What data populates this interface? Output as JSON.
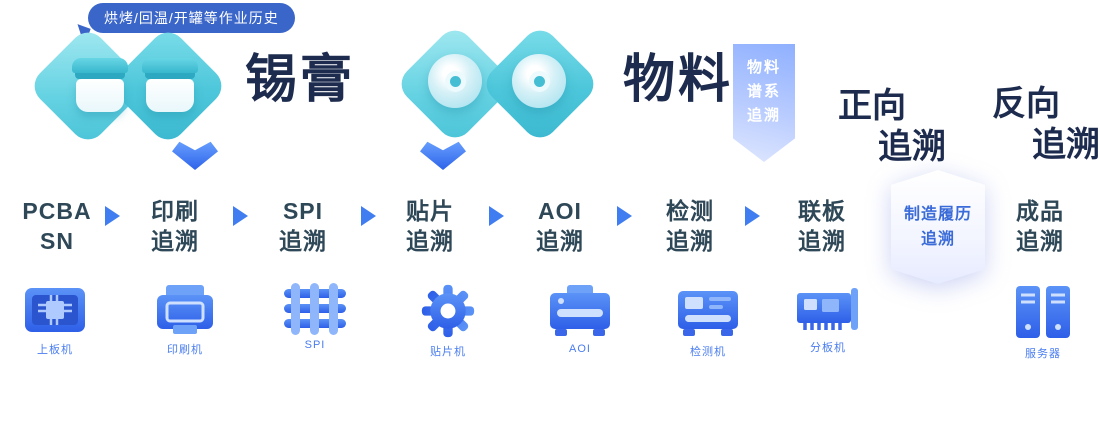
{
  "callout": {
    "text": "烘烤/回温/开罐等作业历史"
  },
  "sections": {
    "solder_paste_label": "锡膏",
    "material_label": "物料",
    "trace_labels": [
      {
        "line1": "正向",
        "line2": "追溯"
      },
      {
        "line1": "反向",
        "line2": "追溯"
      }
    ]
  },
  "ribbons": {
    "material_genealogy": {
      "line1": "物料",
      "line2": "谱系",
      "line3": "追溯"
    },
    "manufacturing_history": {
      "line1": "制造履历",
      "line2": "追溯"
    }
  },
  "flow": {
    "steps": [
      {
        "line1": "PCBA",
        "line2": "SN"
      },
      {
        "line1": "印刷",
        "line2": "追溯"
      },
      {
        "line1": "SPI",
        "line2": "追溯"
      },
      {
        "line1": "贴片",
        "line2": "追溯"
      },
      {
        "line1": "AOI",
        "line2": "追溯"
      },
      {
        "line1": "检测",
        "line2": "追溯"
      },
      {
        "line1": "联板",
        "line2": "追溯"
      },
      {
        "line1": "成品",
        "line2": "追溯"
      }
    ]
  },
  "equipment": [
    {
      "icon": "pcb-board-icon",
      "label": "上板机"
    },
    {
      "icon": "printer-icon",
      "label": "印刷机"
    },
    {
      "icon": "stencil-mesh-icon",
      "label": "SPI"
    },
    {
      "icon": "gear-icon",
      "label": "贴片机"
    },
    {
      "icon": "aoi-machine-icon",
      "label": "AOI"
    },
    {
      "icon": "test-machine-icon",
      "label": "检测机"
    },
    {
      "icon": "pcb-card-icon",
      "label": "分板机"
    },
    {
      "icon": "server-icon",
      "label": "服务器"
    }
  ],
  "colors": {
    "accent_blue": "#3f7df0",
    "teal": "#4cc6da",
    "dark_navy": "#1d2b4e",
    "ribbon_blue": "#3a6bd8",
    "callout_blue": "#3b66c9"
  }
}
